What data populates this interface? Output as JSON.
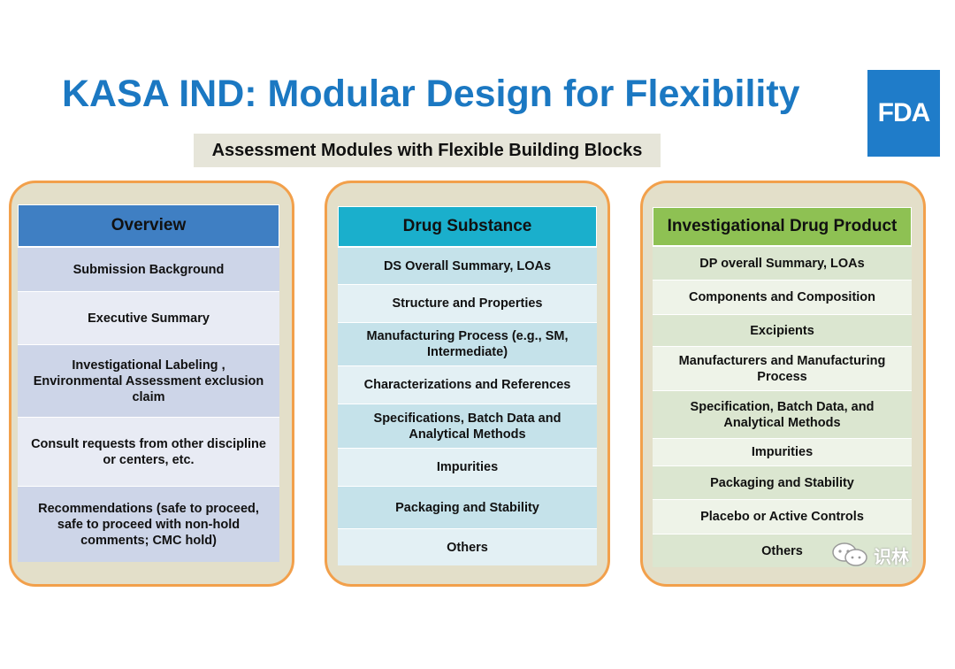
{
  "title": "KASA IND: Modular Design for Flexibility",
  "logo_text": "FDA",
  "subtitle": "Assessment Modules with Flexible Building Blocks",
  "watermark": "识林",
  "colors": {
    "title": "#1b78c2",
    "logo_bg": "#1f7cc9",
    "module_border": "#f2a04b",
    "module_bg": "#e3dfc9",
    "overview_header": "#3f7fc3",
    "overview_dark": "#cdd5e8",
    "overview_light": "#e8ebf4",
    "ds_header": "#1aafcc",
    "ds_dark": "#c5e2ea",
    "ds_light": "#e3f0f4",
    "dp_header": "#8ec153",
    "dp_dark": "#dbe6d0",
    "dp_light": "#eef3e8"
  },
  "columns": [
    {
      "header": "Overview",
      "items": [
        "Submission Background",
        "Executive Summary",
        "Investigational Labeling ,\nEnvironmental Assessment exclusion claim",
        "Consult requests from other discipline or centers, etc.",
        "Recommendations (safe to proceed, safe to proceed with non-hold comments; CMC hold)"
      ]
    },
    {
      "header": "Drug Substance",
      "items": [
        "DS  Overall Summary, LOAs",
        "Structure and Properties",
        "Manufacturing Process (e.g., SM, Intermediate)",
        "Characterizations and References",
        "Specifications, Batch Data and Analytical Methods",
        "Impurities",
        "Packaging and Stability",
        "Others"
      ]
    },
    {
      "header": "Investigational Drug Product",
      "items": [
        "DP overall Summary, LOAs",
        "Components and Composition",
        "Excipients",
        "Manufacturers and Manufacturing Process",
        "Specification, Batch Data, and Analytical Methods",
        "Impurities",
        "Packaging and Stability",
        "Placebo or Active Controls",
        "Others"
      ]
    }
  ]
}
